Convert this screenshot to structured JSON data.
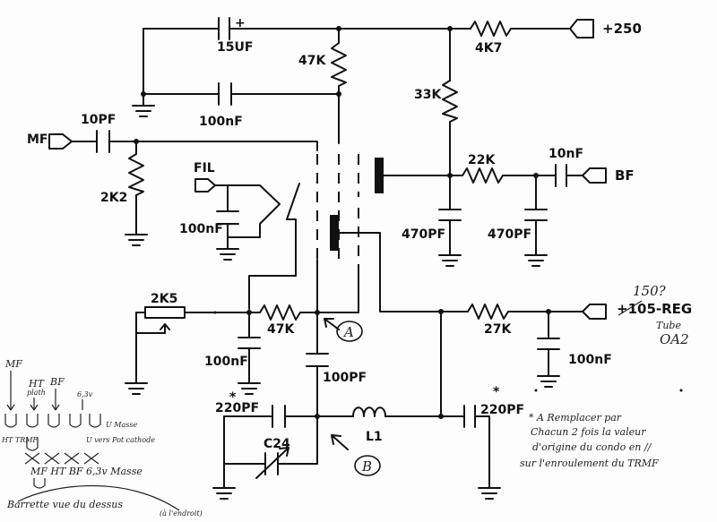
{
  "labels": {
    "c15uf": "15UF",
    "c15uf_plus": "+",
    "r47k_top": "47K",
    "r4k7": "4K7",
    "plus250": "+250",
    "c100nf_top": "100nF",
    "r33k": "33K",
    "mf": "MF",
    "c10pf": "10PF",
    "r2k2": "2K2",
    "fil": "FIL",
    "c100nf_fil": "100nF",
    "r22k": "22K",
    "c10nf": "10nF",
    "bf": "BF",
    "c470pf_a": "470PF",
    "c470pf_b": "470PF",
    "r2k5": "2K5",
    "r47k_mid": "47K",
    "point_a": "A",
    "point_b": "B",
    "reg105": "+105-REG",
    "reg150": "150?",
    "r27k": "27K",
    "tube": "Tube",
    "tube_type": "OA2",
    "c100nf_left": "100nF",
    "c100pf": "100PF",
    "c100nf_right": "100nF",
    "c220pf_left": "220PF",
    "c220pf_right": "220PF",
    "star": "*",
    "l1": "L1",
    "c24": "C24"
  },
  "note": {
    "line1": "* A Remplacer par",
    "line2": "Chacun 2 fois la valeur",
    "line3": "d'origine du condo en //",
    "line4": "sur l'enroulement du TRMF"
  },
  "pinout": {
    "mf": "MF",
    "ht": "HT",
    "ht_sub": "plath",
    "bf": "BF",
    "v63": "6,3v",
    "masse": "U Masse",
    "pot": "U vers Pot cathode",
    "ht_trmf": "HT TRMF",
    "row2": "MF  HT  BF  6,3v  Masse",
    "caption": "Barrette vue du dessus",
    "caption_sub": "(à l'endroit)"
  }
}
